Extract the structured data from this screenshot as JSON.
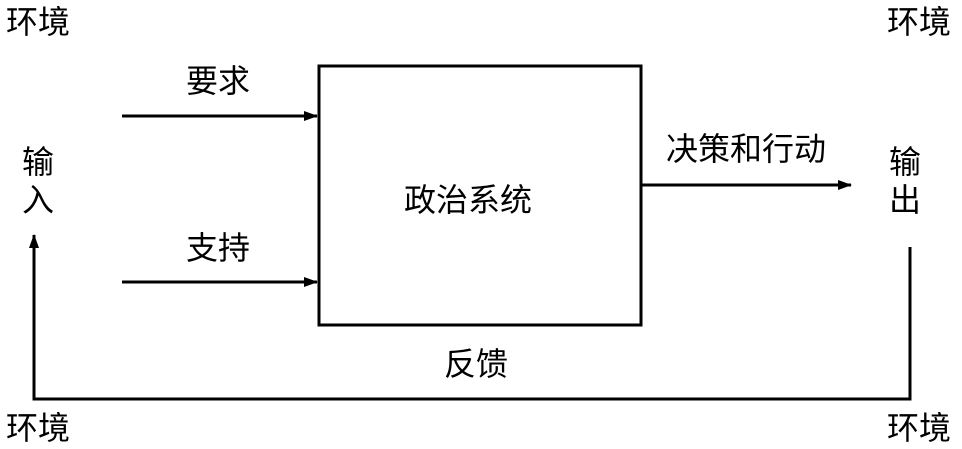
{
  "environment": {
    "top_left": "环境",
    "top_right": "环境",
    "bottom_left": "环境",
    "bottom_right": "环境"
  },
  "input": {
    "label_char_1": "输",
    "label_char_2": "入"
  },
  "output": {
    "label_char_1": "输",
    "label_char_2": "出"
  },
  "arrows": {
    "demands": "要求",
    "supports": "支持",
    "decisions_actions": "决策和行动",
    "feedback": "反馈"
  },
  "system": {
    "label": "政治系统"
  },
  "colors": {
    "stroke": "#000000",
    "background": "#ffffff"
  }
}
